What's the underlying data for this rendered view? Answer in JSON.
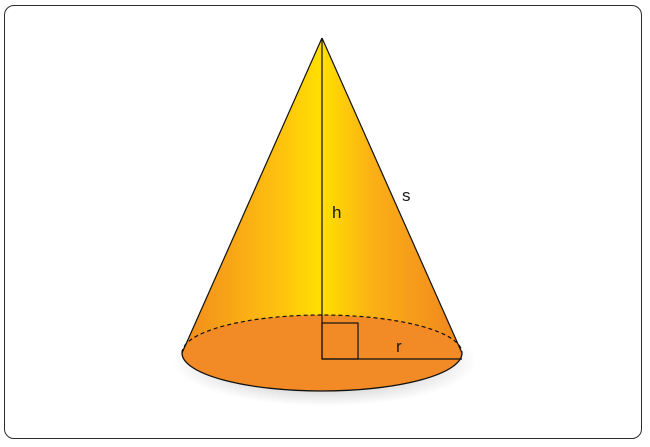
{
  "diagram": {
    "labels": {
      "height": "h",
      "slant": "s",
      "radius": "r"
    },
    "colors": {
      "cone_edge": "#f08a1e",
      "cone_highlight": "#ffe000",
      "base_fill": "#f28a26",
      "outline": "#111111"
    }
  }
}
